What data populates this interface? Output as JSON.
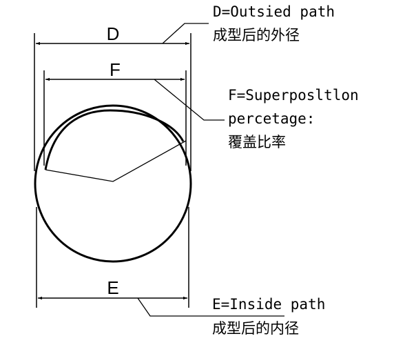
{
  "dimensions": {
    "d": {
      "letter": "D"
    },
    "f": {
      "letter": "F"
    },
    "e": {
      "letter": "E"
    }
  },
  "notes": {
    "outside": {
      "en": "D=Outsied path",
      "zh": "成型后的外径"
    },
    "overlap": {
      "en1": "F=Superposltlon",
      "en2": "percetage:",
      "zh": "覆盖比率"
    },
    "inside": {
      "en": "E=Inside path",
      "zh": "成型后的内径"
    }
  },
  "colors": {
    "line": "#000000",
    "background": "#ffffff"
  }
}
